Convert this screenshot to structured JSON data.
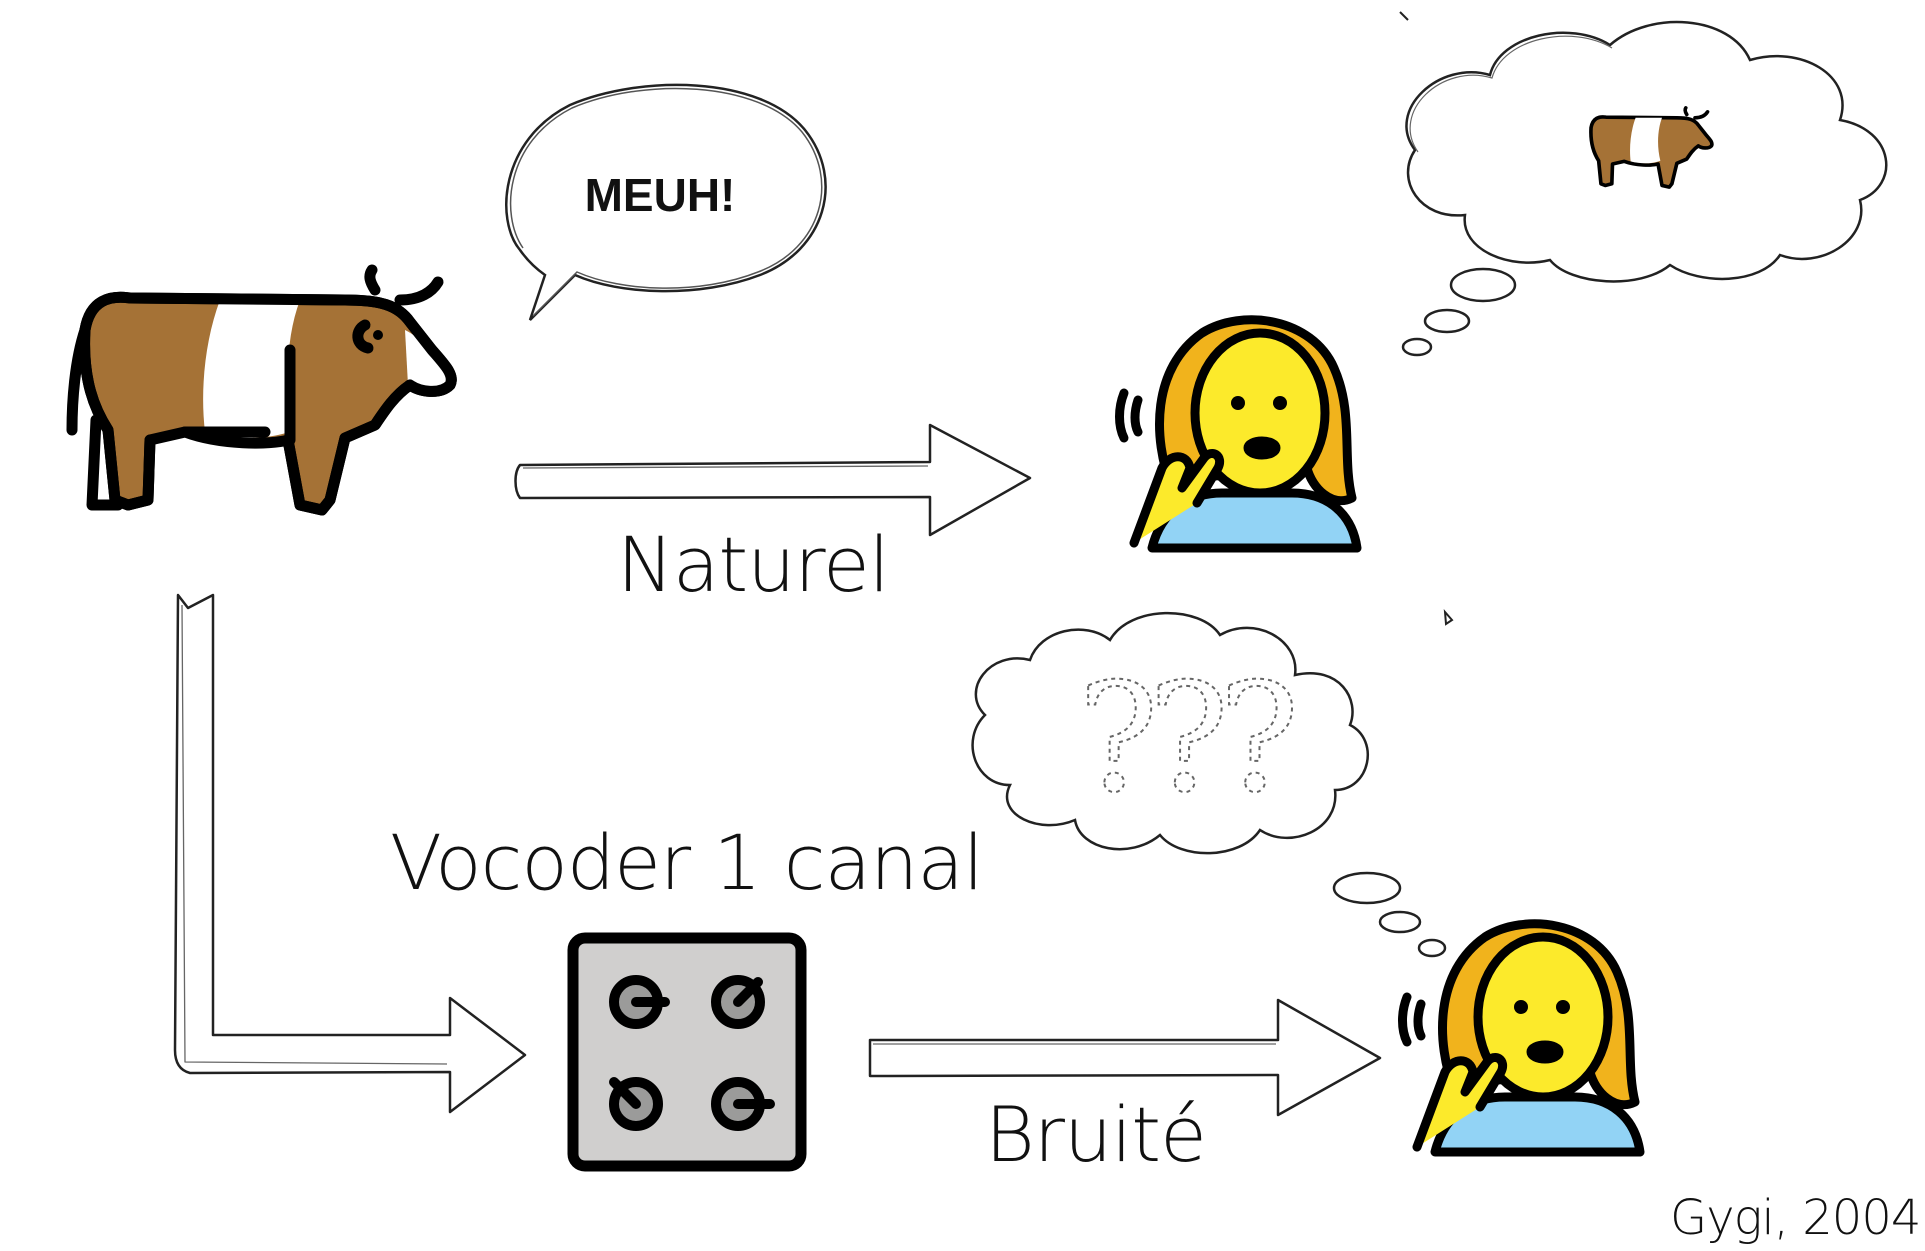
{
  "speech": {
    "text": "MEUH!"
  },
  "labels": {
    "naturel": "Naturel",
    "vocoder": "Vocoder 1 canal",
    "bruite": "Bruité",
    "citation": "Gygi, 2004"
  },
  "thought_confused": {
    "marks": "???"
  },
  "icons": [
    "cow-icon",
    "speech-bubble-icon",
    "woman-listening-icon",
    "thought-cloud-icon",
    "vocoder-box-icon",
    "arrow-right-icon"
  ],
  "colors": {
    "cow_brown": "#A57236",
    "hair": "#F1B31C",
    "skin": "#FCEA2B",
    "shirt": "#92D3F5",
    "vocoder_gray": "#D0CFCE",
    "outline": "#000000"
  }
}
